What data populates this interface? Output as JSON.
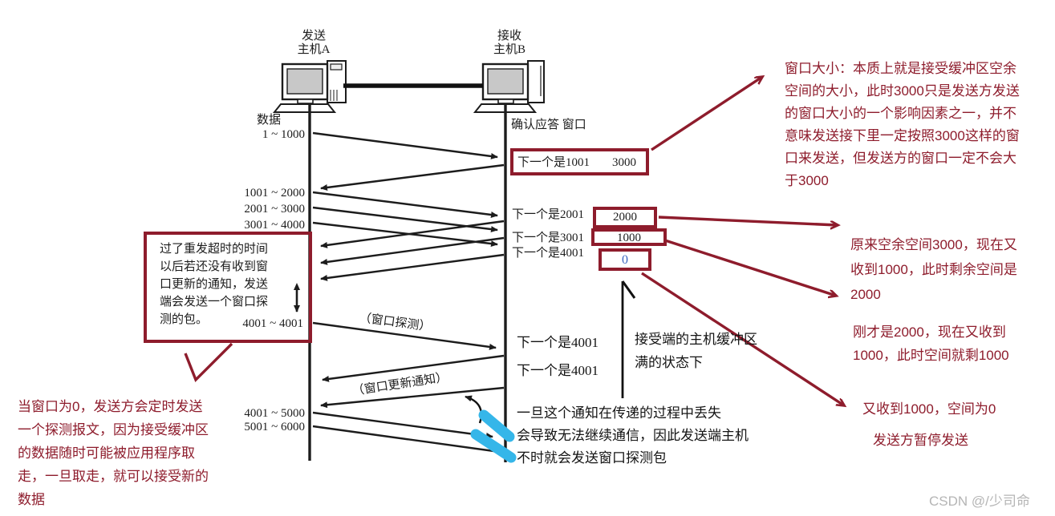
{
  "diagram": {
    "host_a": "发送\n主机A",
    "host_b": "接收\n主机B",
    "data_label": "数据",
    "ack_header": "确认应答 窗口",
    "seq1": "1 ~ 1000",
    "seq2": "1001 ~ 2000",
    "seq3": "2001 ~ 3000",
    "seq4": "3001 ~ 4000",
    "probe_seq": "4001 ~ 4001",
    "seq5": "4001 ~ 5000",
    "seq6": "5001 ~ 6000",
    "ack1_text": "下一个是1001",
    "ack1_window": "3000",
    "ack2_text": "下一个是2001",
    "ack2_window": "2000",
    "ack3_text": "下一个是3001",
    "ack3_window": "1000",
    "ack4_text": "下一个是4001",
    "ack4_window": "0",
    "ack5_text": "下一个是4001",
    "ack6_text": "下一个是4001",
    "probe_label": "（窗口探测）",
    "update_label": "（窗口更新通知）",
    "timeout_box_text": "过了重发超时的时间\n以后若还没有收到窗\n口更新的通知，发送\n端会发送一个窗口探\n测的包。",
    "buffer_full_note": "接受端的主机缓冲区\n满的状态下"
  },
  "annotations": {
    "window_size_note": "窗口大小：本质上就是接受缓冲区空余\n空间的大小，此时3000只是发送方发送\n的窗口大小的一个影响因素之一，并不\n意味发送接下里一定按照3000这样的窗\n口来发送，但发送方的窗口一定不会大\n于3000",
    "remain_2000_note": "原来空余空间3000，现在又\n收到1000，此时剩余空间是\n2000",
    "remain_1000_note": "刚才是2000，现在又收到\n1000，此时空间就剩1000",
    "zero_note": "又收到1000，空间为0",
    "pause_note": "发送方暂停发送",
    "probe_timer_note": "当窗口为0，发送方会定时发送\n一个探测报文，因为接受缓冲区\n的数据随时可能被应用程序取\n走，一旦取走，就可以接受新的\n数据",
    "lost_note": "一旦这个通知在传递的过程中丢失\n会导致无法继续通信，因此发送端主机\n不时就会发送窗口探测包"
  },
  "watermark": "CSDN @/少司命",
  "colors": {
    "annotation_red": "#8e1c2c",
    "highlight_blue": "#35b6e9",
    "diagram_black": "#1c1c1c",
    "zero_blue": "#3a66c0",
    "screen_gray": "#c8c8c8",
    "watermark_gray": "#b5b5b5"
  }
}
